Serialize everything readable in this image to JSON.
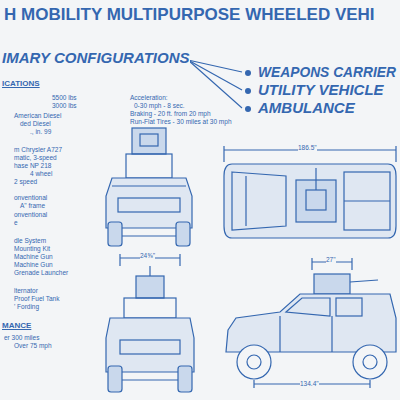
{
  "diagram": {
    "title": "H MOBILITY MULTIPURPOSE WHEELED VEHI",
    "labels": [
      "IMARY CONFIGURATIONS",
      "WEAPONS CARRIER",
      "UTILITY VEHICLE",
      "AMBULANCE",
      "ICATIONS",
      "5500 lbs",
      "3000 lbs",
      "American Diesel",
      "ded Diesel",
      "., in. 99",
      "m Chrysler A727",
      "matic, 3-speed",
      "hase NP 218",
      "4 wheel",
      "2 speed",
      "onventional",
      "A\" frame",
      "onventional",
      "e",
      "dle System",
      "Mounting Kit",
      "Machine Gun",
      "Machine Gun",
      "Grenade Launcher",
      "lternator",
      "Proof Fuel Tank",
      "' Fording",
      "MANCE",
      "er 300 miles",
      "Over 75 mph",
      "Acceleration:",
      "0-30 mph - 8 sec.",
      "Braking - 20 ft. from 20 mph",
      "Run-Flat Tires - 30 miles at 30 mph",
      "186.5\"",
      "24⅝\"",
      "27\"",
      "134.4\""
    ]
  }
}
